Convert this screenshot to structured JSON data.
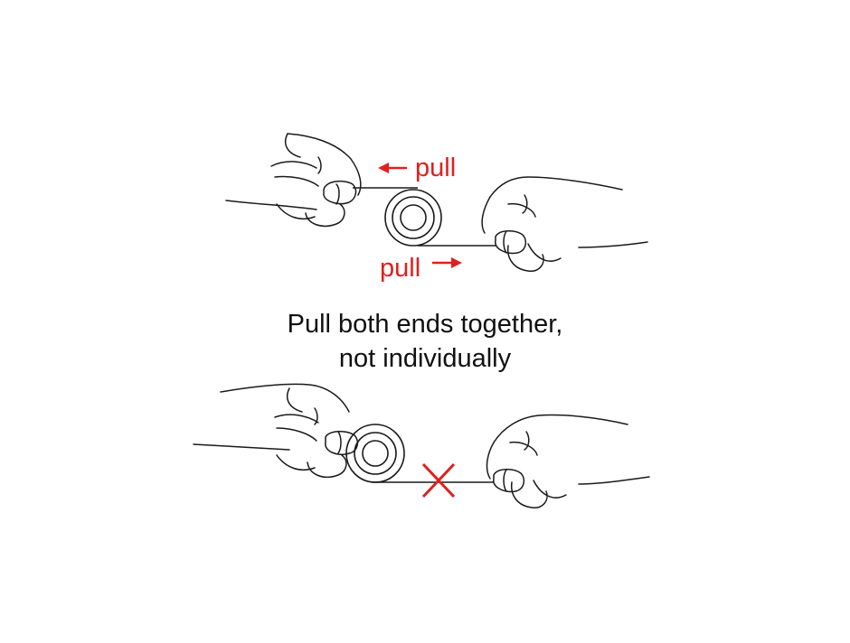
{
  "caption": {
    "line1": "Pull both ends together,",
    "line2": "not individually"
  },
  "labels": {
    "top_pull_left": "pull",
    "top_pull_right": "pull"
  },
  "colors": {
    "accent": "#e0201e",
    "line": "#1a1a1a",
    "background": "#ffffff"
  },
  "icons": {
    "wrong_mark": "x-mark-icon",
    "left_arrow": "arrow-left-icon",
    "right_arrow": "arrow-right-icon"
  }
}
